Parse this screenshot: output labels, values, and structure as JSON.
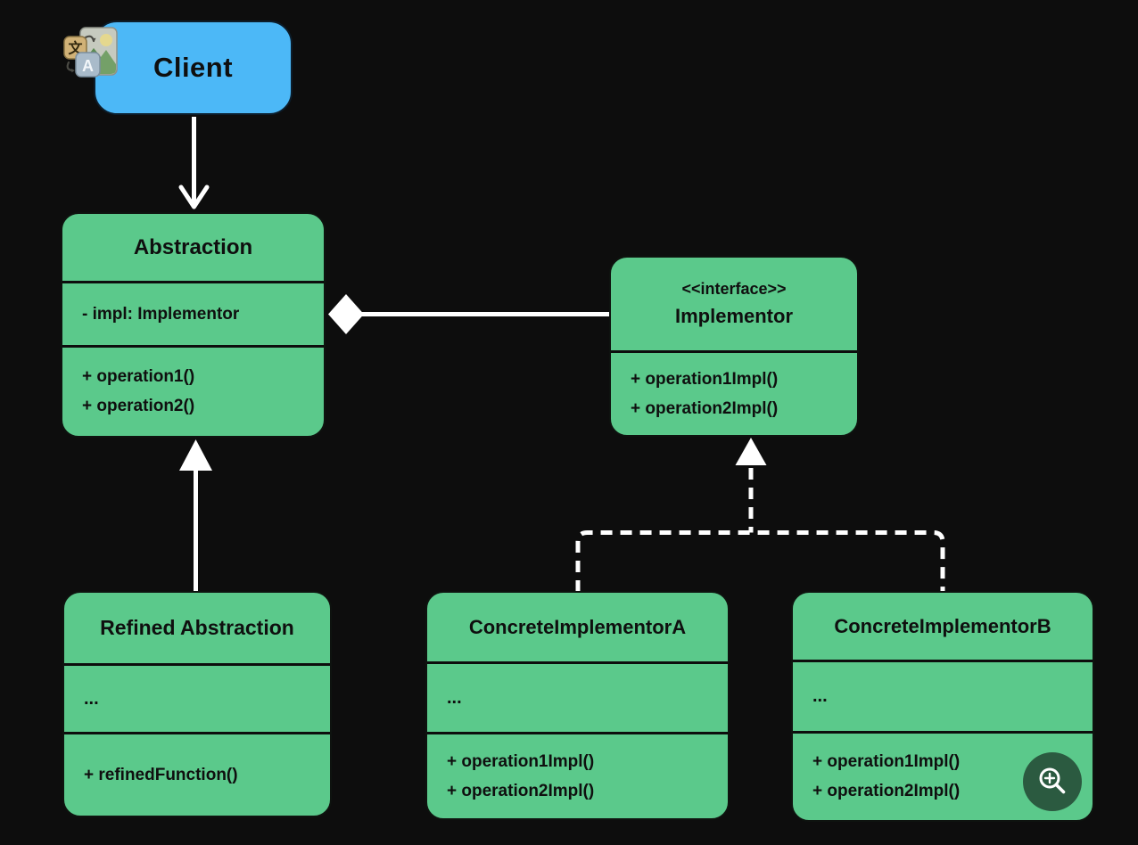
{
  "meta": {
    "background": "#0d0d0d",
    "diagram": "Bridge design pattern UML class diagram"
  },
  "colors": {
    "client_fill": "#4cb8f7",
    "class_fill": "#5bc98b",
    "connector": "#ffffff",
    "text": "#0f0f0f",
    "zoom_button_bg": "#2b5a40"
  },
  "nodes": {
    "client": {
      "title": "Client"
    },
    "abstraction": {
      "title": "Abstraction",
      "attributes": [
        "- impl: Implementor"
      ],
      "methods": [
        "+ operation1()",
        "+ operation2()"
      ]
    },
    "implementor": {
      "stereotype": "<<interface>>",
      "title": "Implementor",
      "methods": [
        "+ operation1Impl()",
        "+ operation2Impl()"
      ]
    },
    "refined_abstraction": {
      "title": "Refined Abstraction",
      "attributes": [
        "..."
      ],
      "methods": [
        "+ refinedFunction()"
      ]
    },
    "concrete_implementor_a": {
      "title": "ConcreteImplementorA",
      "attributes": [
        "..."
      ],
      "methods": [
        "+ operation1Impl()",
        "+ operation2Impl()"
      ]
    },
    "concrete_implementor_b": {
      "title": "ConcreteImplementorB",
      "attributes": [
        "..."
      ],
      "methods": [
        "+ operation1Impl()",
        "+ operation2Impl()"
      ]
    }
  },
  "relationships": [
    {
      "from": "Client",
      "to": "Abstraction",
      "type": "directed-association",
      "line": "solid",
      "head": "open-arrow"
    },
    {
      "from": "Abstraction",
      "to": "Implementor",
      "type": "aggregation",
      "line": "solid",
      "head": "diamond"
    },
    {
      "from": "Refined Abstraction",
      "to": "Abstraction",
      "type": "inheritance",
      "line": "solid",
      "head": "triangle"
    },
    {
      "from": "ConcreteImplementorA",
      "to": "Implementor",
      "type": "realization",
      "line": "dashed",
      "head": "triangle"
    },
    {
      "from": "ConcreteImplementorB",
      "to": "Implementor",
      "type": "realization",
      "line": "dashed",
      "head": "triangle"
    }
  ],
  "overlay": {
    "translate_icon": {
      "glyph_top": "文",
      "glyph_bottom": "A"
    },
    "zoom_button": {
      "action": "zoom-in"
    }
  }
}
